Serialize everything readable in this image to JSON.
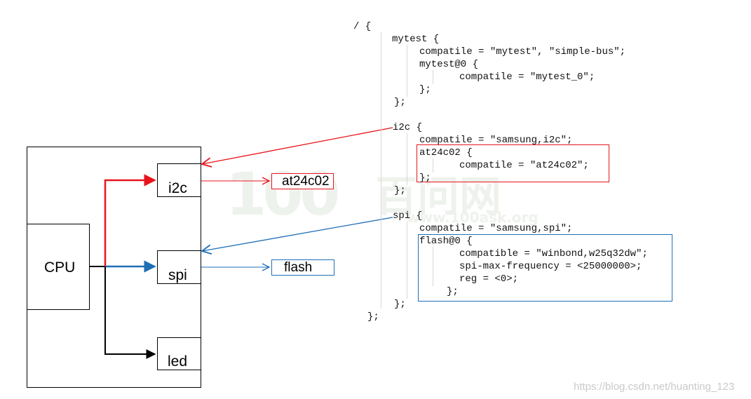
{
  "watermark": {
    "mark": "100",
    "chars": "百问网",
    "url": "www.100ask.org"
  },
  "board": {
    "cpu": "CPU",
    "i2c": "i2c",
    "spi": "spi",
    "led": "led",
    "i2c_device": "at24c02",
    "spi_device": "flash"
  },
  "colors": {
    "i2c": "#e8141c",
    "spi": "#1f6fb5",
    "led": "#000000"
  },
  "code": {
    "l01": "/ {",
    "l02": "mytest {",
    "l03": "compatile = \"mytest\", \"simple-bus\";",
    "l04": "mytest@0 {",
    "l05": "compatile = \"mytest_0\";",
    "l06": "};",
    "l07": "};",
    "l08": "i2c {",
    "l09": "compatile = \"samsung,i2c\";",
    "l10": "at24c02 {",
    "l11": "compatile = \"at24c02\";",
    "l12": "};",
    "l13": "};",
    "l14": "spi {",
    "l15": "compatile = \"samsung,spi\";",
    "l16": "flash@0 {",
    "l17": "compatible = \"winbond,w25q32dw\";",
    "l18": "spi-max-frequency = <25000000>;",
    "l19": "reg = <0>;",
    "l20": "};",
    "l21": "};",
    "l22": "};"
  },
  "credit": "https://blog.csdn.net/huanting_123"
}
